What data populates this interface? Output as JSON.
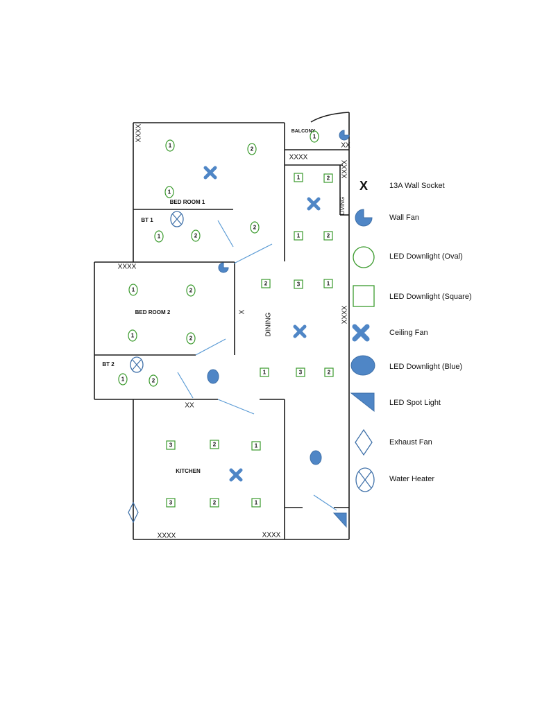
{
  "rooms": {
    "bed_room_1": "BED ROOM 1",
    "bt_1": "BT 1",
    "bed_room_2": "BED ROOM 2",
    "bt_2": "BT 2",
    "kitchen": "KITCHEN",
    "dining": "DINING",
    "living": "LIVING",
    "balcony": "BALCONY"
  },
  "sockets": {
    "xxxx": "XXXX",
    "xx": "XX",
    "x": "X"
  },
  "fixture_numbers": {
    "one": "1",
    "two": "2",
    "three": "3"
  },
  "legend": {
    "wall_socket_symbol": "X",
    "items": [
      {
        "label": "13A Wall Socket",
        "icon": "wall-socket-icon"
      },
      {
        "label": "Wall Fan",
        "icon": "wall-fan-icon"
      },
      {
        "label": "LED Downlight (Oval)",
        "icon": "led-downlight-oval-icon"
      },
      {
        "label": "LED Downlight (Square)",
        "icon": "led-downlight-square-icon"
      },
      {
        "label": "Ceiling Fan",
        "icon": "ceiling-fan-icon"
      },
      {
        "label": "LED Downlight (Blue)",
        "icon": "led-downlight-blue-icon"
      },
      {
        "label": "LED Spot Light",
        "icon": "led-spot-light-icon"
      },
      {
        "label": "Exhaust Fan",
        "icon": "exhaust-fan-icon"
      },
      {
        "label": "Water Heater",
        "icon": "water-heater-icon"
      }
    ]
  },
  "colors": {
    "wall": "#1a1a1a",
    "fixture_green": "#3a9a2c",
    "fixture_blue": "#4f86c6",
    "door_swing": "#5b9bd5",
    "text": "#111111"
  }
}
